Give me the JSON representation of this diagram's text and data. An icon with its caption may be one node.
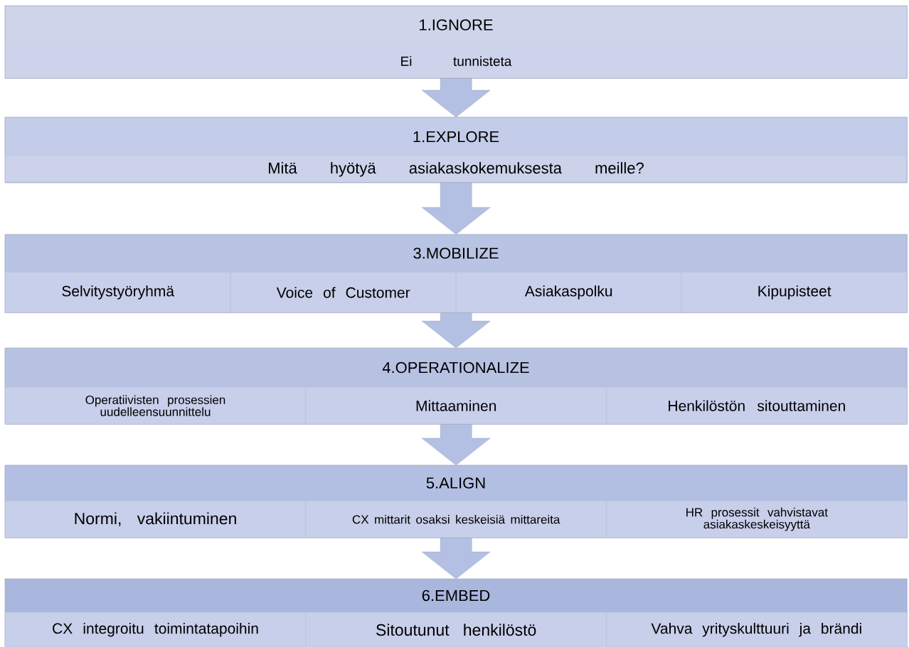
{
  "diagram": {
    "nodes": [
      {
        "text": [
          "1.IGNORE",
          "Ei tunnisteta"
        ]
      },
      {
        "text": [
          "1.EXPLORE",
          "Mitä hyötyä asiakaskokemuksesta meille?"
        ]
      },
      {
        "text": [
          "3.MOBILIZE"
        ]
      },
      {
        "text": [
          "Selvitystyöryhmä"
        ],
        "in": 2
      },
      {
        "text": [
          "Voice of Customer"
        ],
        "in": 2
      },
      {
        "text": [
          "Asiakaspolku"
        ],
        "in": 2
      },
      {
        "text": [
          "Kipupisteet"
        ],
        "in": 2
      },
      {
        "text": [
          "4.OPERATIONALIZE"
        ]
      },
      {
        "text": [
          "Operatiivisten prosessien uudelleensuunnittelu"
        ],
        "in": 7
      },
      {
        "text": [
          "Mittaaminen"
        ],
        "in": 7
      },
      {
        "text": [
          "Henkilöstön sitouttaminen"
        ],
        "in": 7
      },
      {
        "text": [
          "5.ALIGN"
        ]
      },
      {
        "text": [
          "Normi, vakiintuminen"
        ],
        "in": 11
      },
      {
        "text": [
          "CX mittarit osaksi keskeisiä mittareita"
        ],
        "in": 11
      },
      {
        "text": [
          "HR prosessit vahvistavat asiakaskeskeisyyttä"
        ],
        "in": 11
      },
      {
        "text": [
          "6.EMBED"
        ]
      },
      {
        "text": [
          "CX integroitu toimintatapoihin"
        ],
        "in": 15
      },
      {
        "text": [
          "Sitoutunut henkilöstö"
        ],
        "in": 15
      },
      {
        "text": [
          "Vahva yrityskulttuuri ja brändi"
        ],
        "in": 15
      }
    ],
    "edges": [
      {
        "from": 0,
        "to": 1,
        "arrow": "to"
      },
      {
        "from": 1,
        "to": 2,
        "arrow": "to"
      },
      {
        "from": 2,
        "to": 7,
        "arrow": "to"
      },
      {
        "from": 7,
        "to": 11,
        "arrow": "to"
      },
      {
        "from": 11,
        "to": 15,
        "arrow": "to"
      }
    ]
  }
}
